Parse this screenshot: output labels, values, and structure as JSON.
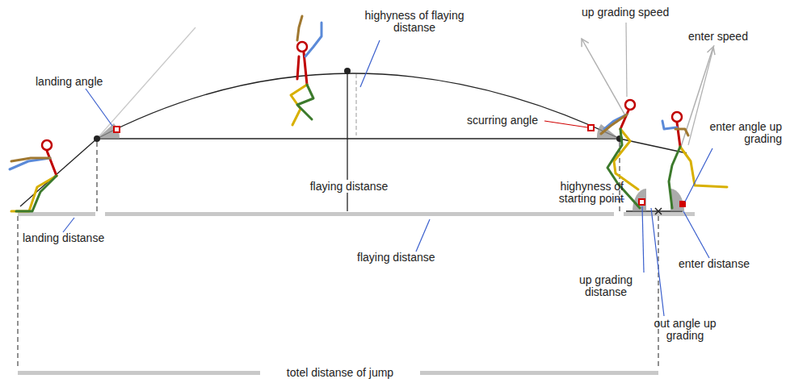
{
  "diagram": {
    "labels": [
      "landing angle",
      "highyness of flaying distanse",
      "up grading speed",
      "enter speed",
      "scurring angle",
      "enter angle up grading",
      "flaying distanse",
      "highyness of starting point",
      "landing distanse",
      "flaying distanse",
      "enter distanse",
      "up grading distanse",
      "out angle up grading",
      "totel distanse of jump"
    ]
  }
}
